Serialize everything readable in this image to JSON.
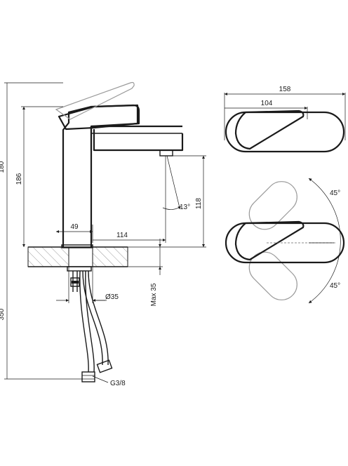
{
  "dimensions": {
    "height_total": "180",
    "height_spout": "186",
    "below_counter": "350",
    "clearance": "118",
    "reach_base": "49",
    "reach_spout": "114",
    "spout_angle": "13°",
    "hole_diameter": "Ø35",
    "max_thickness": "Max 35",
    "connection": "G3/8",
    "top_width": "158",
    "lever_length": "104",
    "rotation_up": "45°",
    "rotation_down": "45°"
  }
}
